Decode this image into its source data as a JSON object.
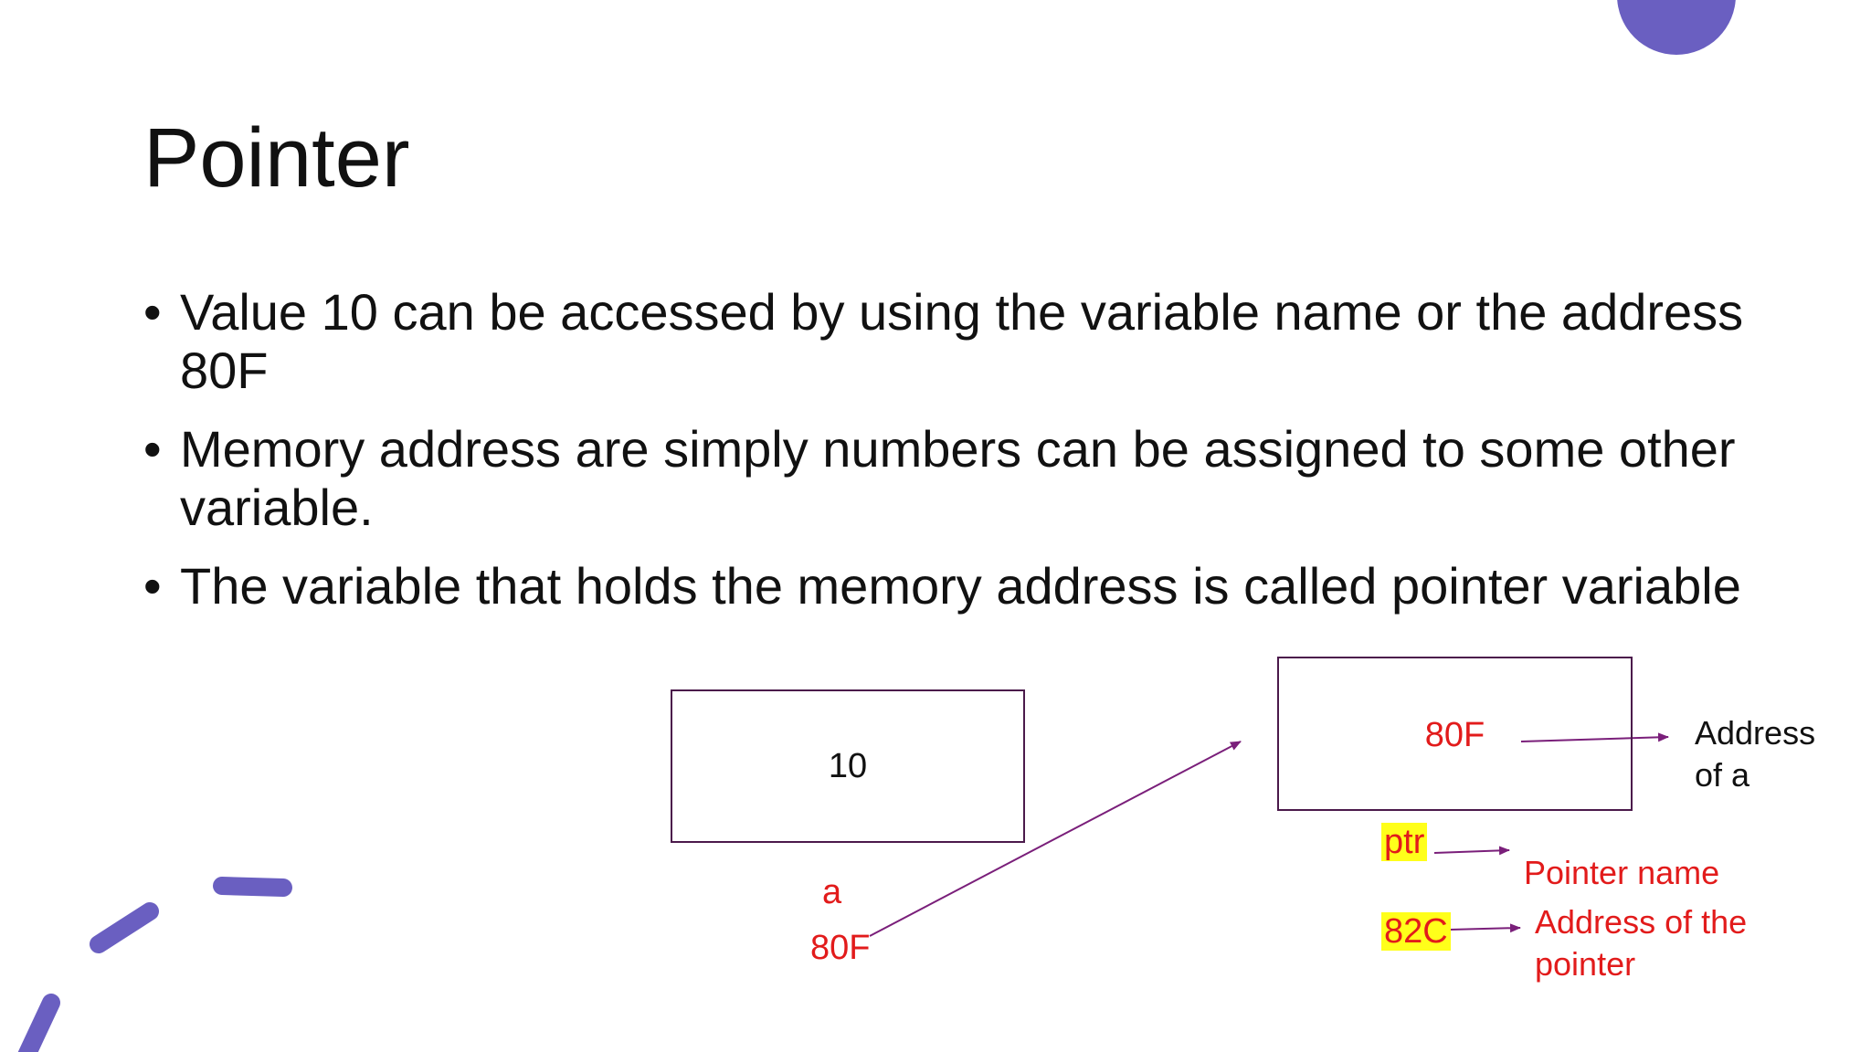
{
  "slide": {
    "title": "Pointer",
    "bullets": [
      {
        "text": "Value 10 can be accessed by using the variable name or the address 80F"
      },
      {
        "text": "Memory address are simply numbers can be assigned to some other variable."
      },
      {
        "text": "The variable that holds the memory address is called pointer variable"
      }
    ],
    "bullet_marker": "•"
  },
  "diagram": {
    "var_box_value": "10",
    "var_name": "a",
    "var_address": "80F",
    "ptr_box_value": "80F",
    "ptr_name": "ptr",
    "ptr_address": "82C",
    "annotation_value_line1": "Address",
    "annotation_value_line2": "of a",
    "annotation_name": "Pointer name",
    "annotation_address_line1": "Address of the",
    "annotation_address_line2": "pointer"
  },
  "colors": {
    "accent": "#6a5fc1",
    "arrow": "#7a1f7a",
    "label_red": "#e21b1b",
    "highlight": "#ffff1a"
  }
}
